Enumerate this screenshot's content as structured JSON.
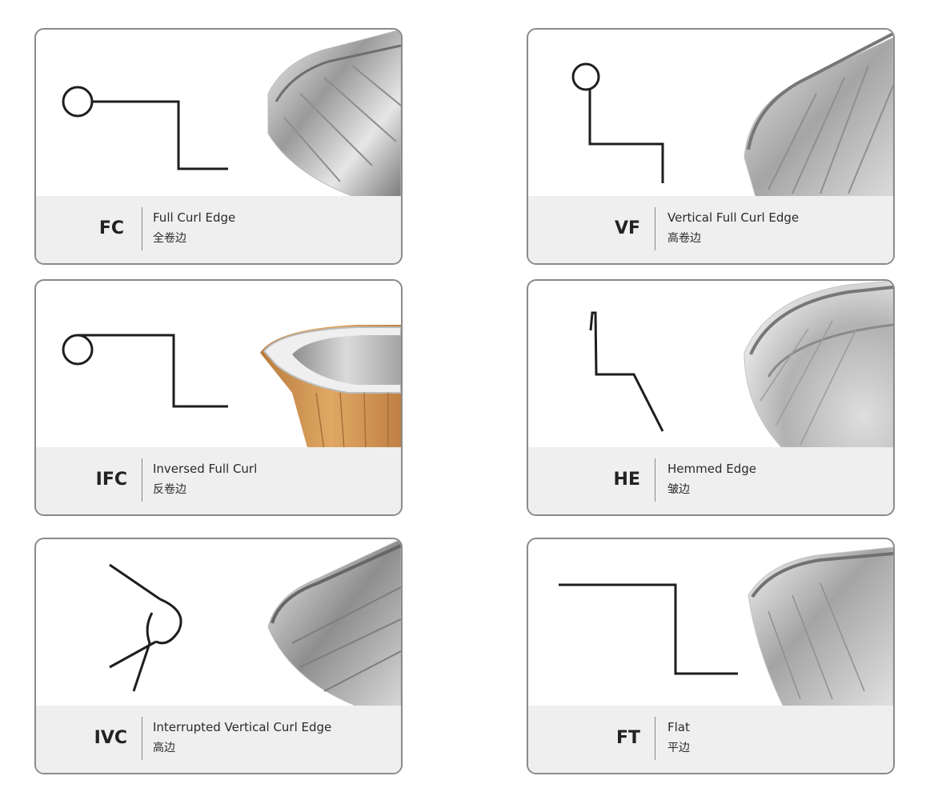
{
  "cards": [
    {
      "code": "FC",
      "name_en": "Full Curl Edge",
      "name_zh": "全卷边",
      "photo": "foil-container-full-curl-photo"
    },
    {
      "code": "VF",
      "name_en": "Vertical Full Curl Edge",
      "name_zh": "高卷边",
      "photo": "foil-container-vertical-curl-photo"
    },
    {
      "code": "IFC",
      "name_en": "Inversed Full Curl",
      "name_zh": "反卷边",
      "photo": "gold-foil-cup-photo"
    },
    {
      "code": "HE",
      "name_en": "Hemmed Edge",
      "name_zh": "皱边",
      "photo": "round-foil-pan-photo"
    },
    {
      "code": "IVC",
      "name_en": "Interrupted Vertical Curl Edge",
      "name_zh": "高边",
      "photo": "foil-container-interrupted-curl-photo"
    },
    {
      "code": "FT",
      "name_en": "Flat",
      "name_zh": "平边",
      "photo": "foil-container-flat-edge-photo"
    }
  ],
  "colors": {
    "border": "#8a8a8a",
    "label_band": "#efeff0",
    "line": "#1e1e1e",
    "foil": "#c9c9c9",
    "gold": "#c98c4a"
  }
}
